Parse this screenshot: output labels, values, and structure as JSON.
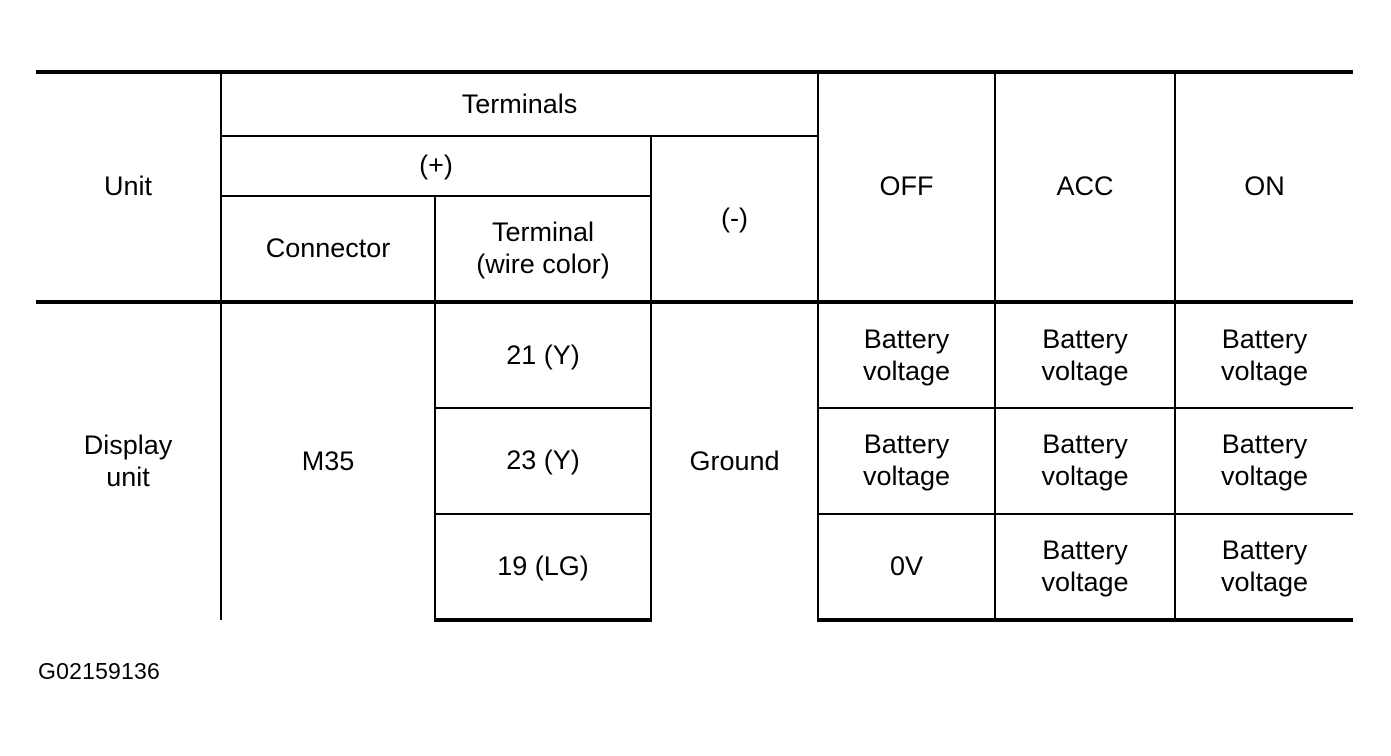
{
  "table": {
    "headers": {
      "unit": "Unit",
      "terminals": "Terminals",
      "plus": "(+)",
      "connector": "Connector",
      "terminal_wire_color_line1": "Terminal",
      "terminal_wire_color_line2": "(wire color)",
      "minus": "(-)",
      "off": "OFF",
      "acc": "ACC",
      "on": "ON"
    },
    "unit_name_line1": "Display",
    "unit_name_line2": "unit",
    "connector_value": "M35",
    "ground_value": "Ground",
    "rows": [
      {
        "terminal": "21 (Y)",
        "off_line1": "Battery",
        "off_line2": "voltage",
        "acc_line1": "Battery",
        "acc_line2": "voltage",
        "on_line1": "Battery",
        "on_line2": "voltage"
      },
      {
        "terminal": "23 (Y)",
        "off_line1": "Battery",
        "off_line2": "voltage",
        "acc_line1": "Battery",
        "acc_line2": "voltage",
        "on_line1": "Battery",
        "on_line2": "voltage"
      },
      {
        "terminal": "19 (LG)",
        "off_line1": "0V",
        "off_line2": "",
        "acc_line1": "Battery",
        "acc_line2": "voltage",
        "on_line1": "Battery",
        "on_line2": "voltage"
      }
    ]
  },
  "caption": "G02159136",
  "colors": {
    "rule": "#000000",
    "text": "#000000",
    "background": "#ffffff"
  }
}
